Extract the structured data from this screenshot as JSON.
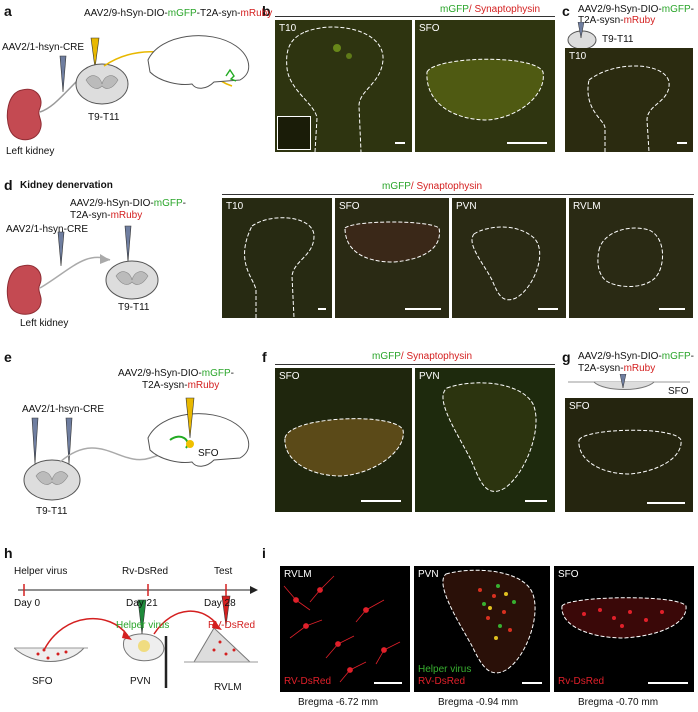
{
  "panel_letters": [
    "a",
    "b",
    "c",
    "d",
    "e",
    "f",
    "g",
    "h",
    "i"
  ],
  "a": {
    "virus_prefix": "AAV2/9-hSyn-DIO-",
    "virus_green": "mGFP",
    "virus_mid": "-T2A-syn-",
    "virus_red": "mRuby",
    "cre": "AAV2/1-hsyn-CRE",
    "segments": "T9-T11",
    "organ": "Left kidney"
  },
  "b": {
    "header_green": "mGFP",
    "header_red": "/ Synaptophysin",
    "panels": [
      "T10",
      "SFO"
    ]
  },
  "c": {
    "line1_prefix": "AAV2/9-hSyn-DIO-",
    "line1_green": "mGFP",
    "line1_suffix": "-",
    "line2_prefix": "T2A-sysn-",
    "line2_red": "mRuby",
    "segments": "T9-T11",
    "panel": "T10"
  },
  "d": {
    "title": "Kidney denervation",
    "line1_prefix": "AAV2/9-hSyn-DIO-",
    "line1_green": "mGFP",
    "line1_suffix": "-",
    "line2_prefix": "T2A-syn-",
    "line2_red": "mRuby",
    "cre": "AAV2/1-hsyn-CRE",
    "segments": "T9-T11",
    "organ": "Left kidney",
    "header_green": "mGFP",
    "header_red": "/ Synaptophysin",
    "panels": [
      "T10",
      "SFO",
      "PVN",
      "RVLM"
    ]
  },
  "e": {
    "line1_prefix": "AAV2/9-hSyn-DIO-",
    "line1_green": "mGFP",
    "line1_suffix": "-",
    "line2_prefix": "T2A-sysn-",
    "line2_red": "mRuby",
    "cre": "AAV2/1-hsyn-CRE",
    "segments": "T9-T11",
    "target": "SFO"
  },
  "f": {
    "header_green": "mGFP",
    "header_red": "/ Synaptophysin",
    "panels": [
      "SFO",
      "PVN"
    ]
  },
  "g": {
    "line1_prefix": "AAV2/9-hSyn-DIO-",
    "line1_green": "mGFP",
    "line1_suffix": "-",
    "line2_prefix": "T2A-sysn-",
    "line2_red": "mRuby",
    "target": "SFO",
    "panel": "SFO"
  },
  "h": {
    "events": [
      {
        "label": "Helper virus",
        "day": "Day 0"
      },
      {
        "label": "Rv-DsRed",
        "day": "Day 21"
      },
      {
        "label": "Test",
        "day": "Day 28"
      }
    ],
    "helper": "Helper virus",
    "rv": "RV-DsRed",
    "regions": [
      "SFO",
      "PVN",
      "RVLM"
    ]
  },
  "i": {
    "panels": [
      "RVLM",
      "PVN",
      "SFO"
    ],
    "legend_green": "Helper virus",
    "legend_red1": "RV-DsRed",
    "legend_red2": "Rv-DsRed",
    "bregma": [
      "Bregma -6.72 mm",
      "Bregma -0.94 mm",
      "Bregma -0.70 mm"
    ]
  }
}
